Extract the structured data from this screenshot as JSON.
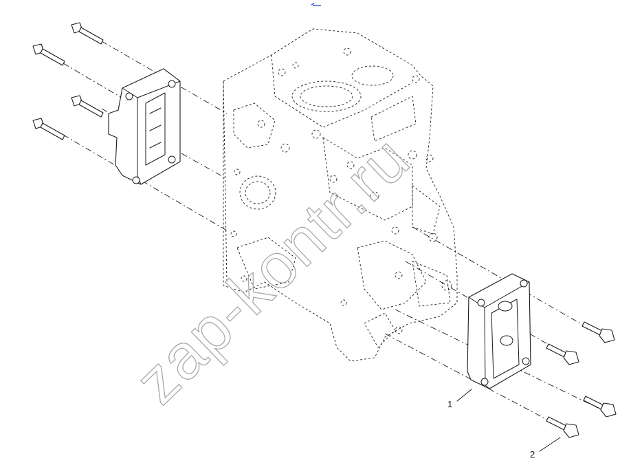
{
  "watermark": "zap-kontr.ru",
  "callouts": [
    {
      "id": "1",
      "label": "1"
    },
    {
      "id": "2",
      "label": "2"
    }
  ],
  "colors": {
    "line": "#1a1a1a",
    "watermark": "#a8a8a8",
    "header_mark": "#3b57d6"
  }
}
